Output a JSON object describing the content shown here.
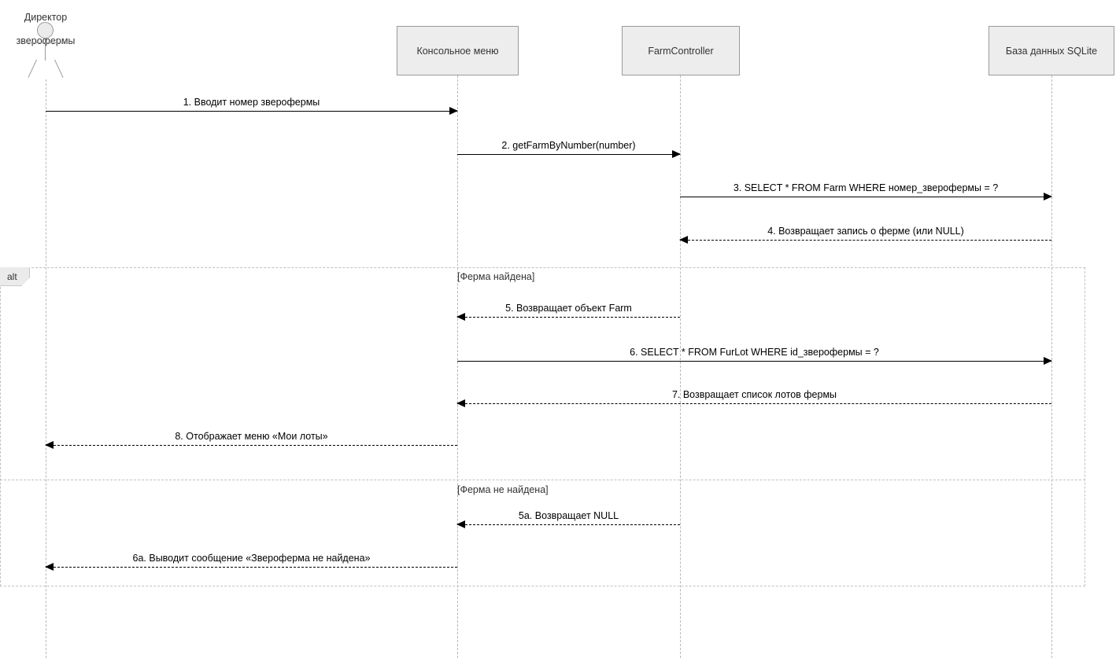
{
  "diagram": {
    "type": "uml-sequence-diagram",
    "title": "",
    "colors": {
      "lifeline_box_fill": "#ededed",
      "lifeline_box_border": "#9a9a9a",
      "lifeline_dash": "#b8b8b8",
      "fragment_border": "#c2c2c2",
      "fragment_tab_fill": "#ebebeb",
      "message_line": "#000000",
      "text": "#333333"
    }
  },
  "actor": {
    "name_line1": "Директор",
    "name_line2": "зверофермы",
    "icon": "actor-stick-figure"
  },
  "participants": [
    {
      "id": "console",
      "label": "Консольное меню"
    },
    {
      "id": "controller",
      "label": "FarmController"
    },
    {
      "id": "database",
      "label": "База данных SQLite"
    }
  ],
  "messages": [
    {
      "n": "1",
      "label": "1. Вводит номер зверофермы",
      "style": "solid",
      "dir": "right"
    },
    {
      "n": "2",
      "label": "2. getFarmByNumber(number)",
      "style": "solid",
      "dir": "right"
    },
    {
      "n": "3",
      "label": "3. SELECT * FROM Farm WHERE номер_зверофермы = ?",
      "style": "solid",
      "dir": "right"
    },
    {
      "n": "4",
      "label": "4. Возвращает запись о ферме (или NULL)",
      "style": "dashed",
      "dir": "left"
    },
    {
      "n": "5",
      "label": "5. Возвращает объект Farm",
      "style": "dashed",
      "dir": "left"
    },
    {
      "n": "6",
      "label": "6. SELECT * FROM FurLot WHERE id_зверофермы = ?",
      "style": "solid",
      "dir": "right"
    },
    {
      "n": "7",
      "label": "7. Возвращает список лотов фермы",
      "style": "dashed",
      "dir": "left"
    },
    {
      "n": "8",
      "label": "8. Отображает меню «Мои лоты»",
      "style": "dashed",
      "dir": "left"
    },
    {
      "n": "5a",
      "label": "5a. Возвращает NULL",
      "style": "dashed",
      "dir": "left"
    },
    {
      "n": "6a",
      "label": "6a. Выводит сообщение «Звероферма не найдена»",
      "style": "dashed",
      "dir": "left"
    }
  ],
  "fragment": {
    "operator": "alt",
    "guards": [
      {
        "label": "[Ферма найдена]"
      },
      {
        "label": "[Ферма не найдена]"
      }
    ]
  }
}
